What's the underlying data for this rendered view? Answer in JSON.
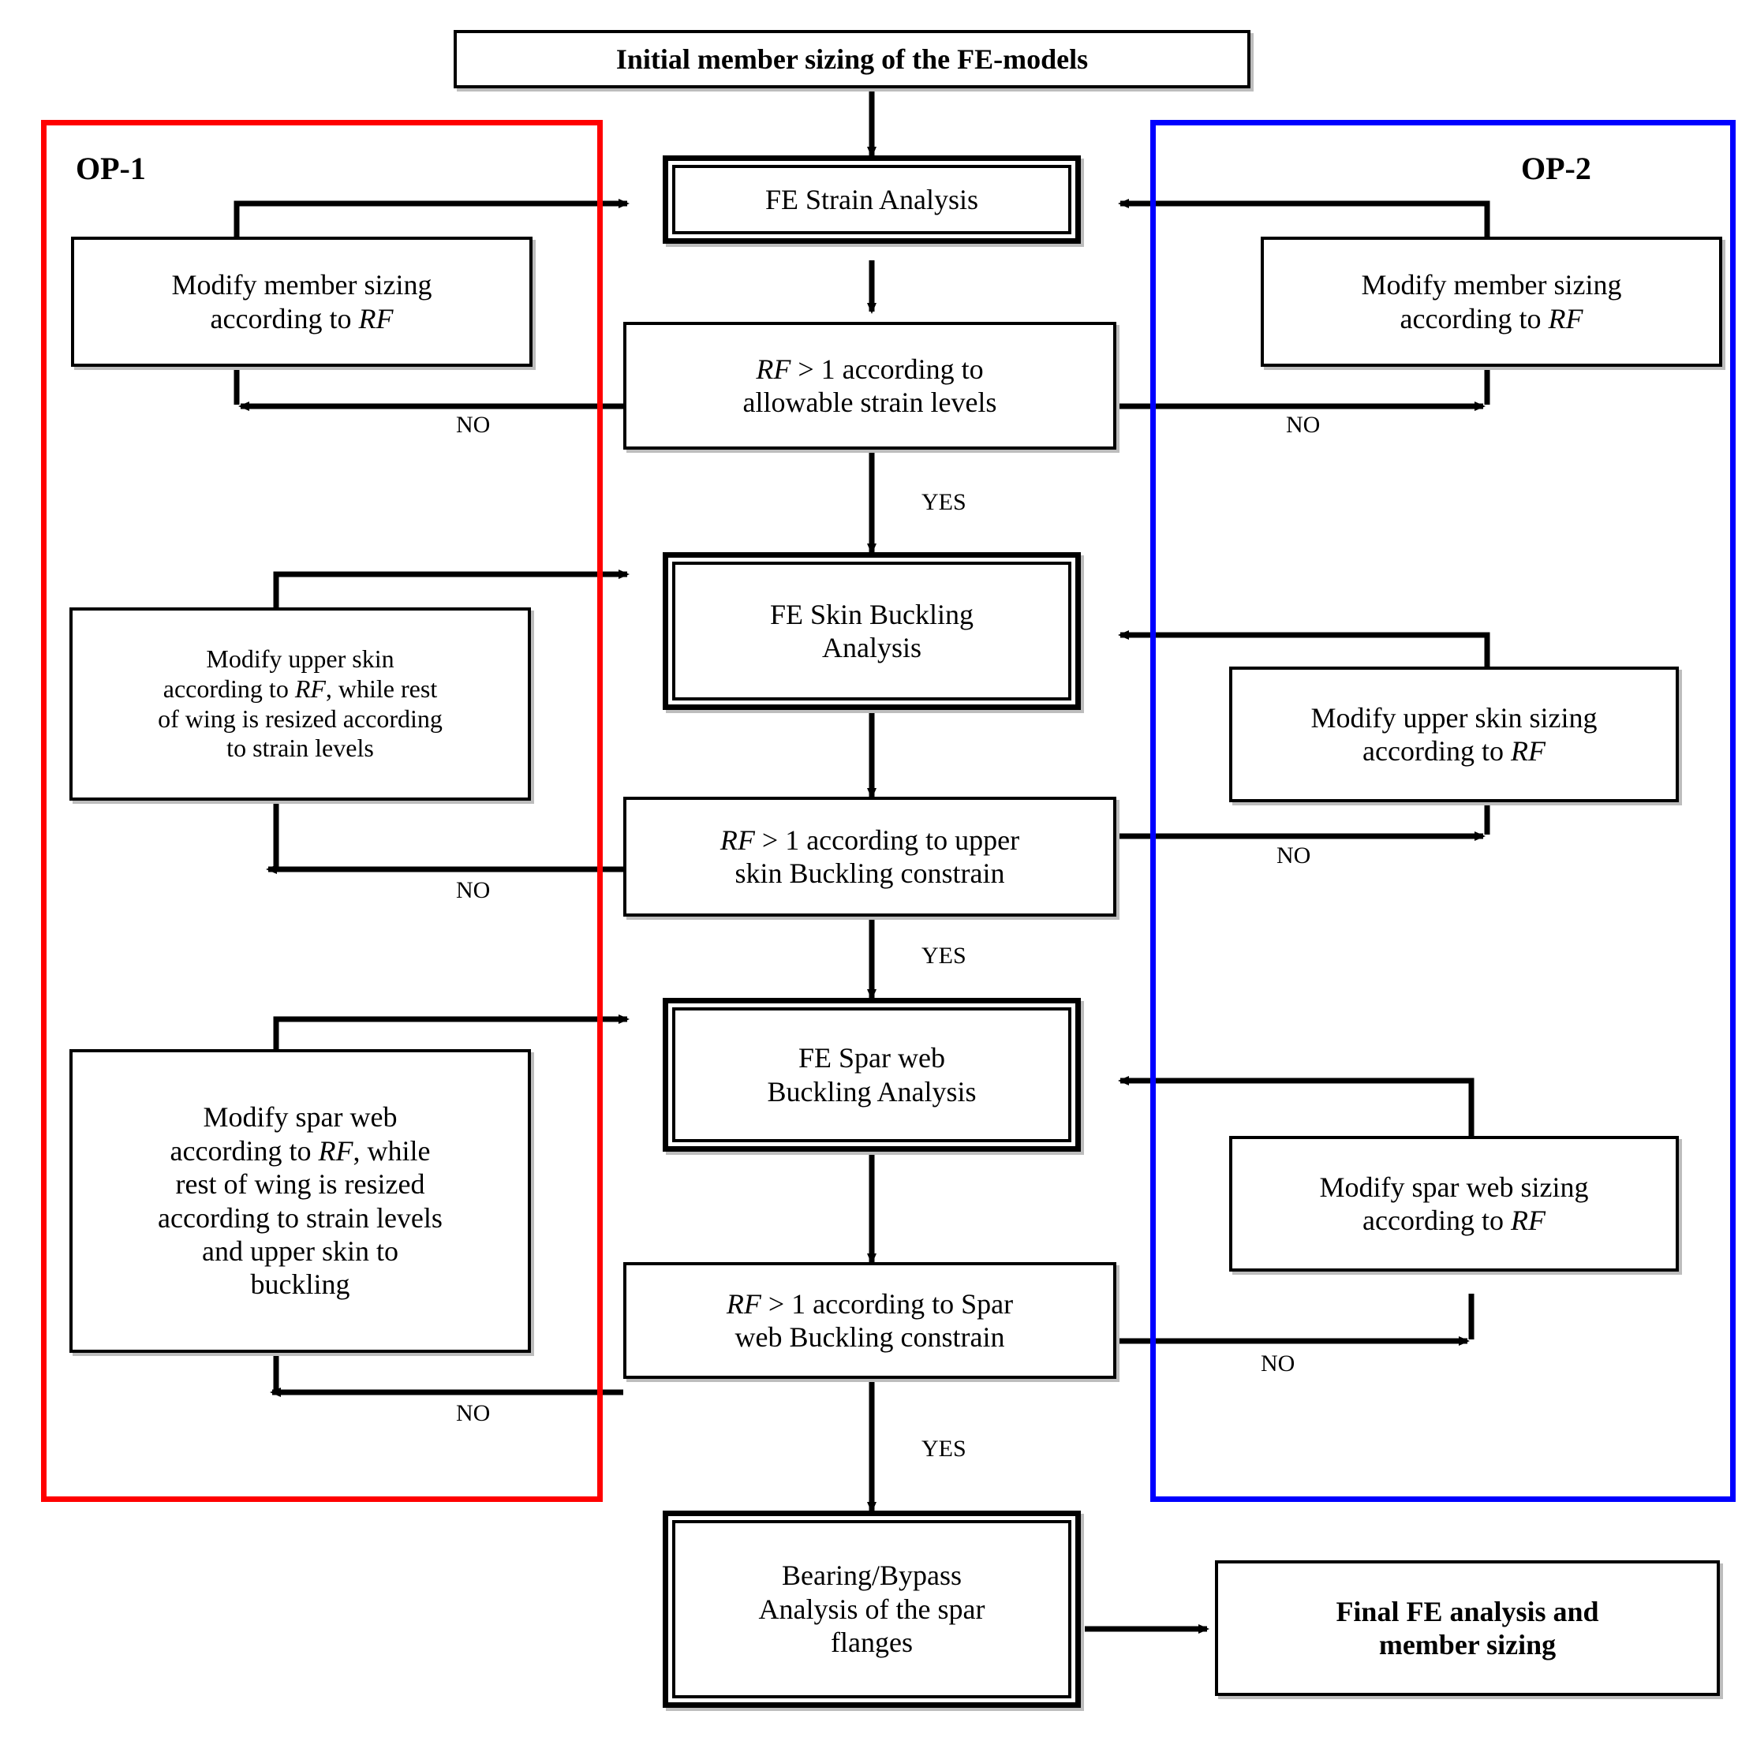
{
  "diagram": {
    "title_node": "Initial member sizing of the FE-models",
    "groups": [
      {
        "id": "op1",
        "label": "OP-1",
        "color": "#FF0000"
      },
      {
        "id": "op2",
        "label": "OP-2",
        "color": "#0000FF"
      }
    ],
    "nodes": {
      "start": {
        "text": "Initial member sizing of the FE-models",
        "style": "plain-bold"
      },
      "fe_strain": {
        "text": "FE Strain Analysis",
        "style": "double"
      },
      "dec_strain_l1": {
        "text": "RF  > 1 according to",
        "style": "decision"
      },
      "dec_strain_l2": {
        "text": "allowable strain levels",
        "style": "decision"
      },
      "op1_member_l1": {
        "text": "Modify member sizing",
        "style": "plain"
      },
      "op1_member_l2": {
        "text": "according to RF",
        "style": "plain"
      },
      "op2_member_l1": {
        "text": "Modify member sizing",
        "style": "plain"
      },
      "op2_member_l2": {
        "text": "according to RF",
        "style": "plain"
      },
      "fe_skin_l1": {
        "text": "FE Skin Buckling",
        "style": "double"
      },
      "fe_skin_l2": {
        "text": "Analysis",
        "style": "double"
      },
      "dec_skin_l1": {
        "text": "RF  > 1 according to upper",
        "style": "decision"
      },
      "dec_skin_l2": {
        "text": "skin Buckling constrain",
        "style": "decision"
      },
      "op1_skin_l1": {
        "text": "Modify upper skin",
        "style": "plain"
      },
      "op1_skin_l2": {
        "text": "according to RF, while rest",
        "style": "plain"
      },
      "op1_skin_l3": {
        "text": "of wing is resized according",
        "style": "plain"
      },
      "op1_skin_l4": {
        "text": "to strain levels",
        "style": "plain"
      },
      "op2_skin_l1": {
        "text": "Modify upper skin sizing",
        "style": "plain"
      },
      "op2_skin_l2": {
        "text": "according to RF",
        "style": "plain"
      },
      "fe_spar_l1": {
        "text": "FE Spar web",
        "style": "double"
      },
      "fe_spar_l2": {
        "text": "Buckling Analysis",
        "style": "double"
      },
      "dec_spar_l1": {
        "text": "RF  > 1 according to Spar",
        "style": "decision"
      },
      "dec_spar_l2": {
        "text": "web Buckling constrain",
        "style": "decision"
      },
      "op1_spar_l1": {
        "text": "Modify spar web",
        "style": "plain"
      },
      "op1_spar_l2": {
        "text": "according to RF, while",
        "style": "plain"
      },
      "op1_spar_l3": {
        "text": "rest of wing is resized",
        "style": "plain"
      },
      "op1_spar_l4": {
        "text": "according to strain levels",
        "style": "plain"
      },
      "op1_spar_l5": {
        "text": "and upper skin to",
        "style": "plain"
      },
      "op1_spar_l6": {
        "text": "buckling",
        "style": "plain"
      },
      "op2_spar_l1": {
        "text": "Modify spar web sizing",
        "style": "plain"
      },
      "op2_spar_l2": {
        "text": "according to RF",
        "style": "plain"
      },
      "bearing_l1": {
        "text": "Bearing/Bypass",
        "style": "double"
      },
      "bearing_l2": {
        "text": "Analysis of the spar",
        "style": "double"
      },
      "bearing_l3": {
        "text": "flanges",
        "style": "double"
      },
      "final_l1": {
        "text": "Final FE analysis and",
        "style": "plain-bold"
      },
      "final_l2": {
        "text": "member sizing",
        "style": "plain-bold"
      }
    },
    "edge_labels": {
      "no_strain_left": "NO",
      "no_strain_right": "NO",
      "yes_strain": "YES",
      "no_skin_left": "NO",
      "no_skin_right": "NO",
      "yes_skin": "YES",
      "no_spar_left": "NO",
      "no_spar_right": "NO",
      "yes_spar": "YES"
    },
    "symbols": {
      "rf": "RF",
      "gt": ">",
      "one": "1"
    }
  }
}
